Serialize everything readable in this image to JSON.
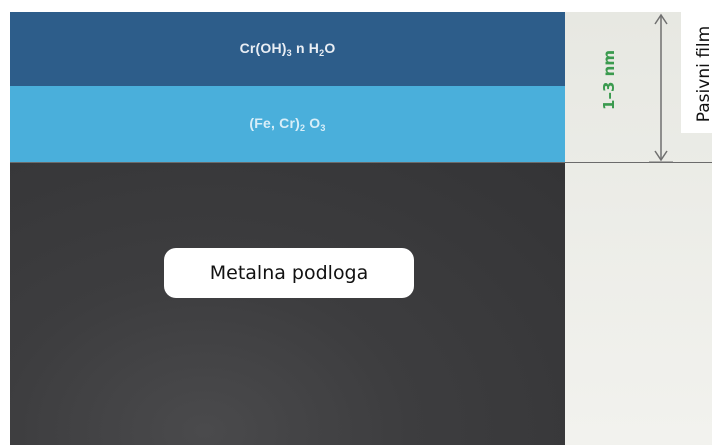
{
  "layers": {
    "top": {
      "formula": "Cr(OH)",
      "sub1": "3",
      "mid": " n H",
      "sub2": "2",
      "end": "O",
      "color": "#2d5d8a"
    },
    "middle": {
      "formula": "(Fe, Cr)",
      "sub1": "2",
      "mid": " O",
      "sub2": "3",
      "color": "#4aafdb"
    },
    "metal": {
      "label": "Metalna podloga",
      "color": "#3a3a3c"
    }
  },
  "thickness_label": "1–3 nm",
  "film_label": "Pasivni film",
  "colors": {
    "thickness_text": "#3a9a4e",
    "arrow": "#707070"
  }
}
